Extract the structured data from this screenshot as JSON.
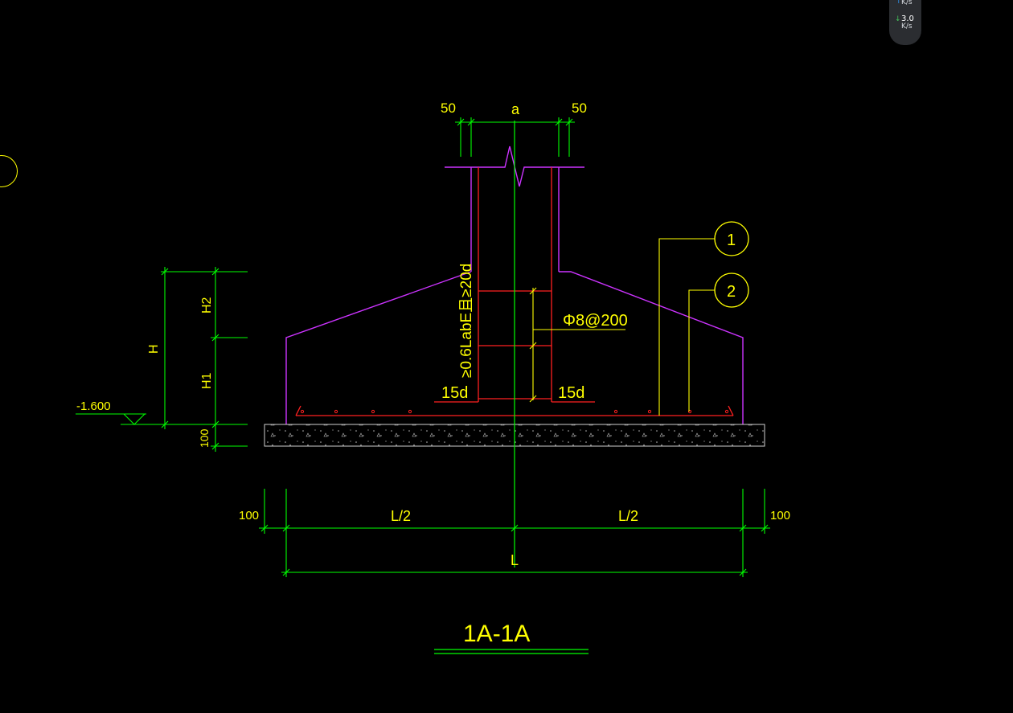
{
  "widget": {
    "upload_unit": "K/s",
    "download_value": "3.0",
    "download_unit": "K/s"
  },
  "drawing": {
    "dims": {
      "cover_left": "50",
      "width_a": "a",
      "cover_right": "50",
      "h2": "H2",
      "h1": "H1",
      "h": "H",
      "pad": "100",
      "half_left": "L/2",
      "half_right": "L/2",
      "total": "L",
      "ext_left": "100",
      "ext_right": "100"
    },
    "elevation": "-1.600",
    "anchor_note": "≥0.6LabE且≥20d",
    "stirrup": "Φ8@200",
    "hook_left": "15d",
    "hook_right": "15d",
    "callout_1": "1",
    "callout_2": "2",
    "section_title": "1A-1A"
  },
  "colors": {
    "dimension": "#00ff00",
    "text": "#ffff00",
    "outline": "#cc33ff",
    "rebar": "#ff2020",
    "pad": "#d0d0d0"
  }
}
